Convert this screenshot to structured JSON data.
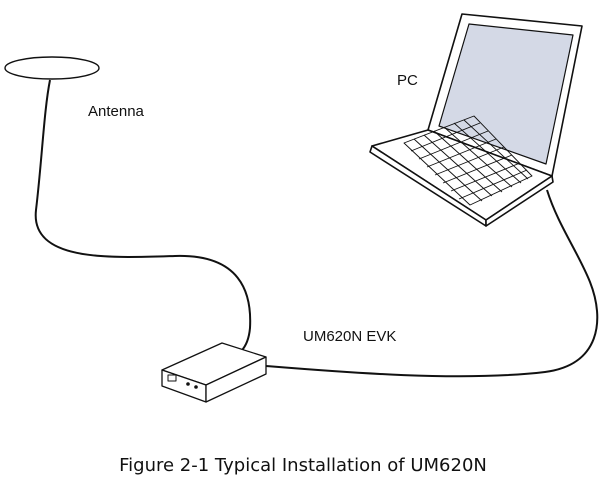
{
  "labels": {
    "antenna": "Antenna",
    "pc": "PC",
    "evk": "UM620N EVK"
  },
  "caption": "Figure 2-1 Typical Installation of UM620N",
  "colors": {
    "stroke": "#111111",
    "screen_fill": "#d4d9e6",
    "laptop_fill": "#ffffff",
    "antenna_fill": "#ffffff"
  },
  "icons": {
    "antenna": "antenna-dish-icon",
    "pc": "laptop-icon",
    "evk": "evk-box-icon"
  }
}
